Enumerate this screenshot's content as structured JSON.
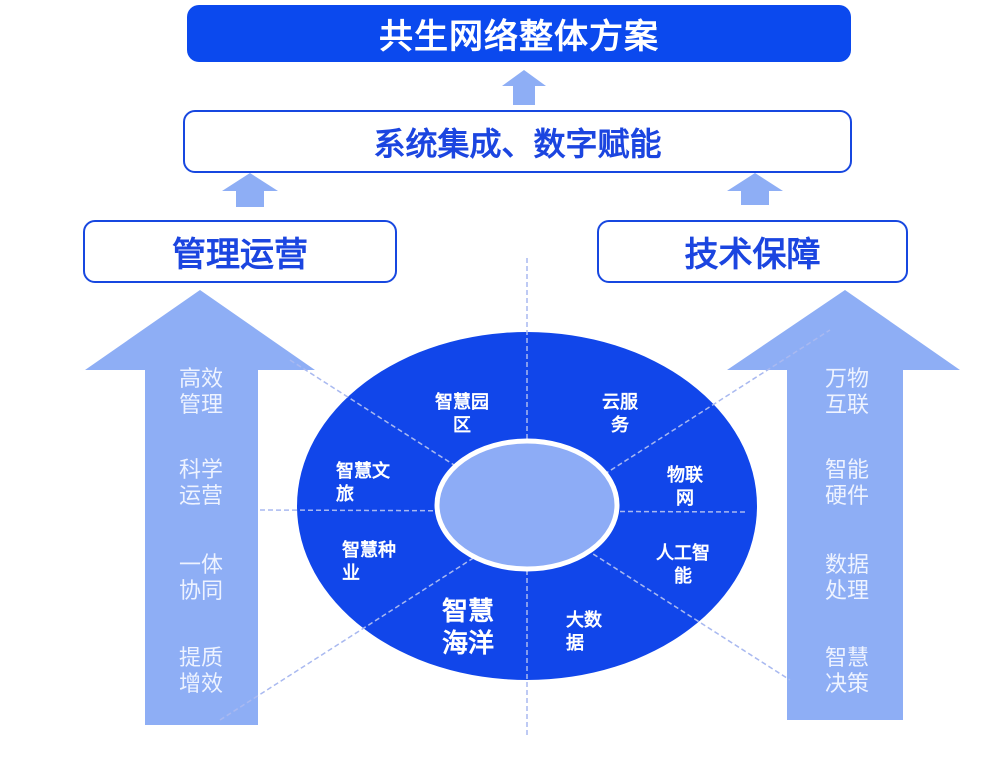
{
  "title": "共生网络整体方案",
  "middle": "系统集成、数字赋能",
  "left_pillar": {
    "title": "管理运营",
    "items": [
      [
        "高效",
        "管理"
      ],
      [
        "科学",
        "运营"
      ],
      [
        "一体",
        "协同"
      ],
      [
        "提质",
        "增效"
      ]
    ]
  },
  "right_pillar": {
    "title": "技术保障",
    "items": [
      [
        "万物",
        "互联"
      ],
      [
        "智能",
        "硬件"
      ],
      [
        "数据",
        "处理"
      ],
      [
        "智慧",
        "决策"
      ]
    ]
  },
  "wheel": {
    "segments": [
      [
        "智慧园",
        "区"
      ],
      [
        "云服",
        "务"
      ],
      [
        "物联",
        "网"
      ],
      [
        "人工智",
        "能"
      ],
      [
        "大数",
        "据"
      ],
      [
        "智慧",
        "海洋"
      ],
      [
        "智慧种",
        "业"
      ],
      [
        "智慧文",
        "旅"
      ]
    ]
  },
  "colors": {
    "primary": "#0b49ee",
    "arrow": "#8eaef5",
    "wheel": "#1146ea",
    "hub": "#8dacf6"
  }
}
